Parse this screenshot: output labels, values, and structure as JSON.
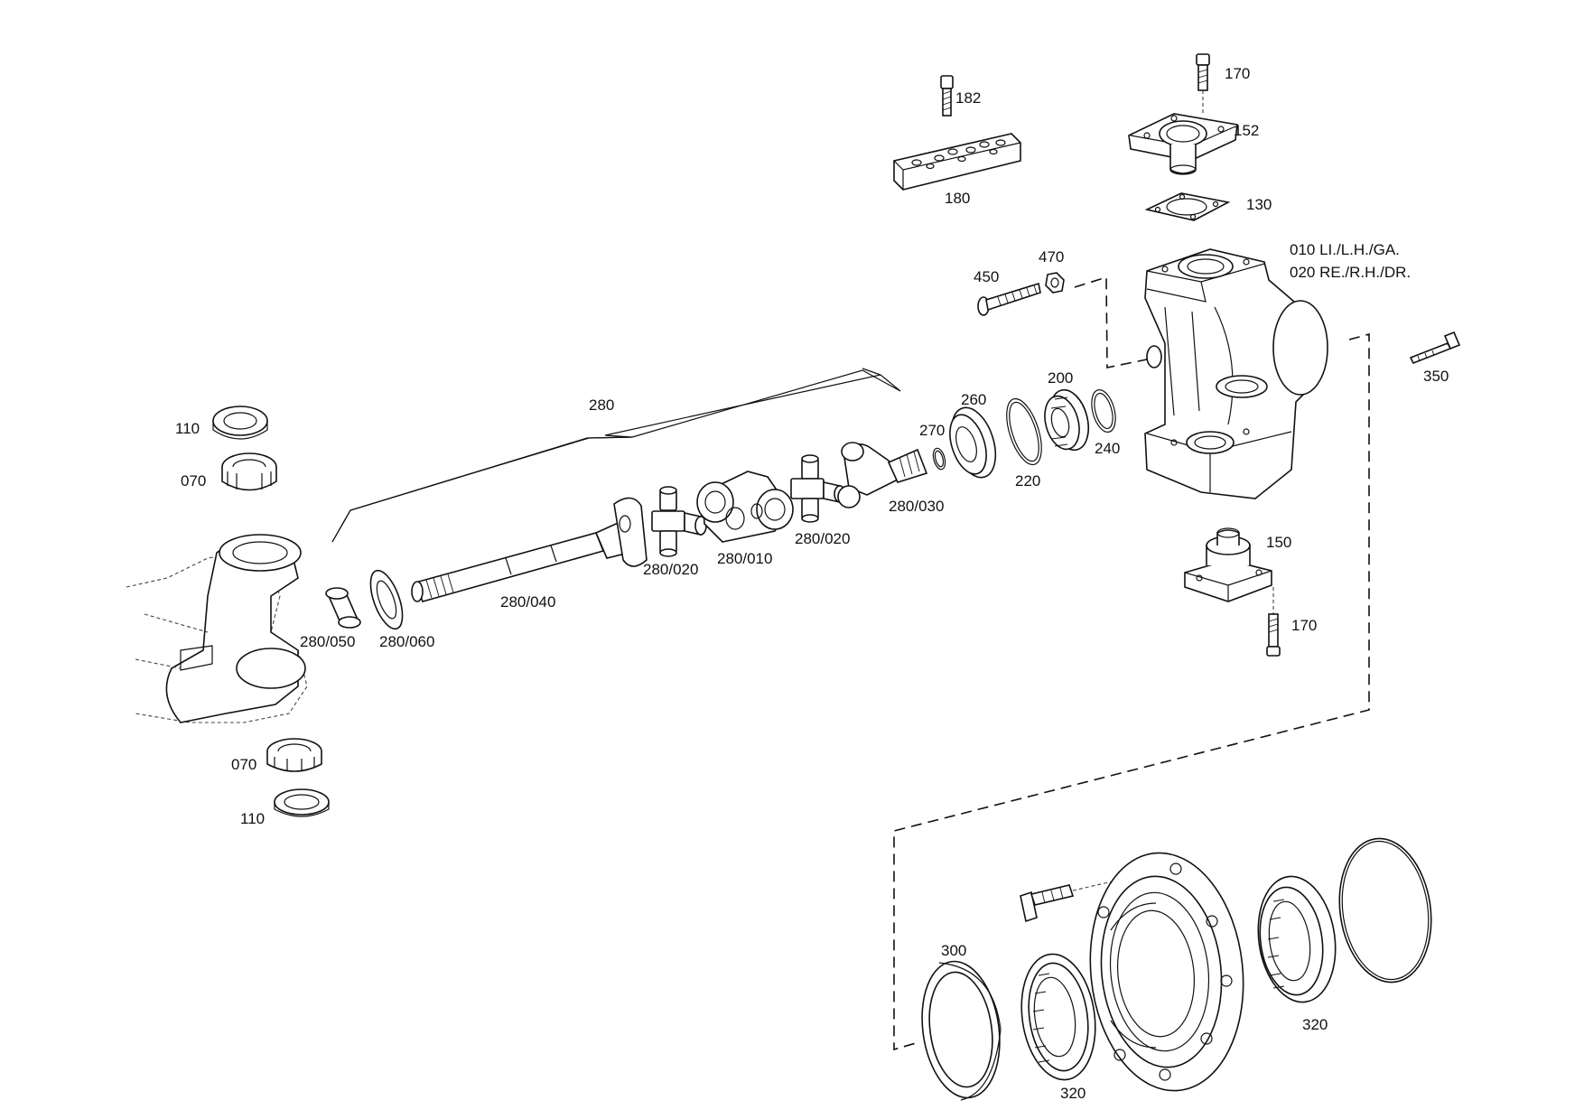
{
  "labels": {
    "p182": "182",
    "p180": "180",
    "p170_top": "170",
    "p152": "152",
    "p130": "130",
    "p010": "010 LI./L.H./GA.",
    "p020": "020 RE./R.H./DR.",
    "p470": "470",
    "p450": "450",
    "p350": "350",
    "p280": "280",
    "p110_top": "110",
    "p070_top": "070",
    "p270": "270",
    "p260": "260",
    "p200": "200",
    "p240": "240",
    "p220": "220",
    "p280_030": "280/030",
    "p280_020_right": "280/020",
    "p280_010": "280/010",
    "p280_020_left": "280/020",
    "p280_040": "280/040",
    "p280_050": "280/050",
    "p280_060": "280/060",
    "p150": "150",
    "p170_bottom": "170",
    "p070_bottom": "070",
    "p110_bottom": "110",
    "p300": "300",
    "p320_left": "320",
    "p320_right": "320"
  }
}
